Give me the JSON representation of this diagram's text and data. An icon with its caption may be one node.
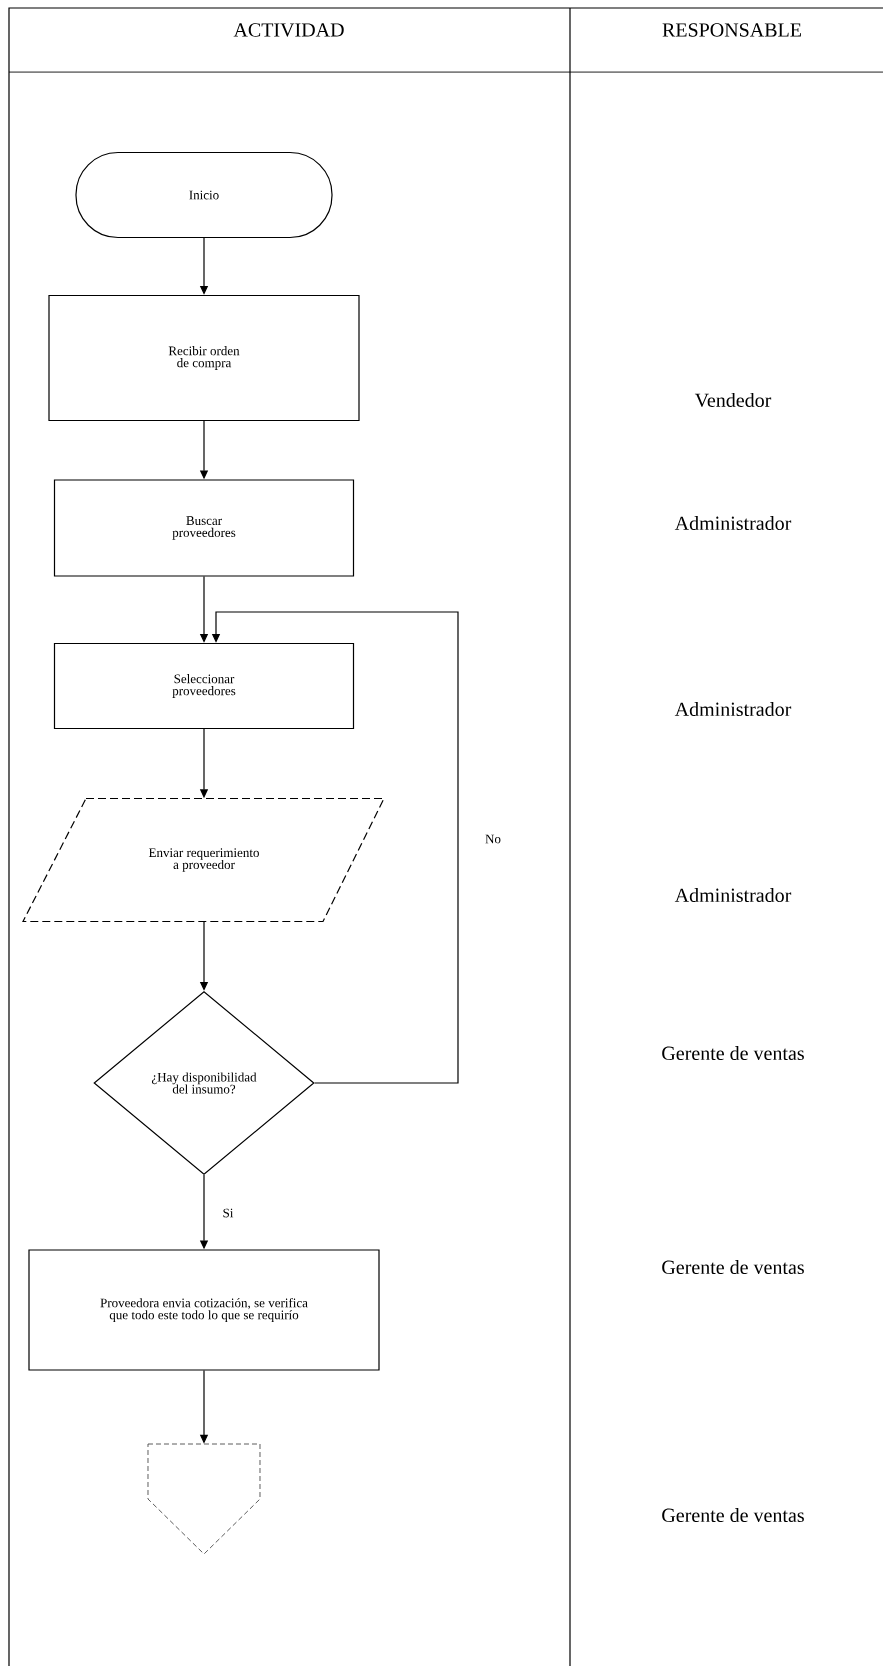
{
  "diagram": {
    "nodes": [
      {
        "text": [
          "Inicio"
        ]
      },
      {
        "text": [
          "Recibir orden de compra"
        ]
      },
      {
        "text": [
          "Buscar proveedores"
        ]
      },
      {
        "text": [
          "Seleccionar proveedores"
        ]
      },
      {
        "text": [
          "Enviar requerimiento a proveedor"
        ]
      },
      {
        "text": [
          "¿Hay disponibilidad del insumo?"
        ]
      },
      {
        "text": [
          "Proveedora envia cotización, se verifica que todo este todo lo que se requirío"
        ]
      },
      {
        "text": [],
        "shape": "pentagon"
      }
    ],
    "edges": [
      {
        "from": 0,
        "to": 1,
        "arrow": "to"
      },
      {
        "from": 1,
        "to": 2,
        "arrow": "to"
      },
      {
        "from": 2,
        "to": 3,
        "arrow": "to"
      },
      {
        "from": 3,
        "to": 4,
        "arrow": "to"
      },
      {
        "from": 4,
        "to": 5,
        "arrow": "to"
      },
      {
        "from": 5,
        "to": 6,
        "label": "Si",
        "arrow": "to"
      },
      {
        "from": 6,
        "to": 7,
        "arrow": "to"
      },
      {
        "from": 5,
        "to": 3,
        "label": "No",
        "arrow": "to"
      }
    ],
    "labels": [
      "ACTIVIDAD",
      "RESPONSABLE",
      "Vendedor",
      "Administrador",
      "Administrador",
      "Administrador",
      "Gerente de ventas",
      "Gerente de ventas",
      "Gerente de ventas"
    ]
  }
}
